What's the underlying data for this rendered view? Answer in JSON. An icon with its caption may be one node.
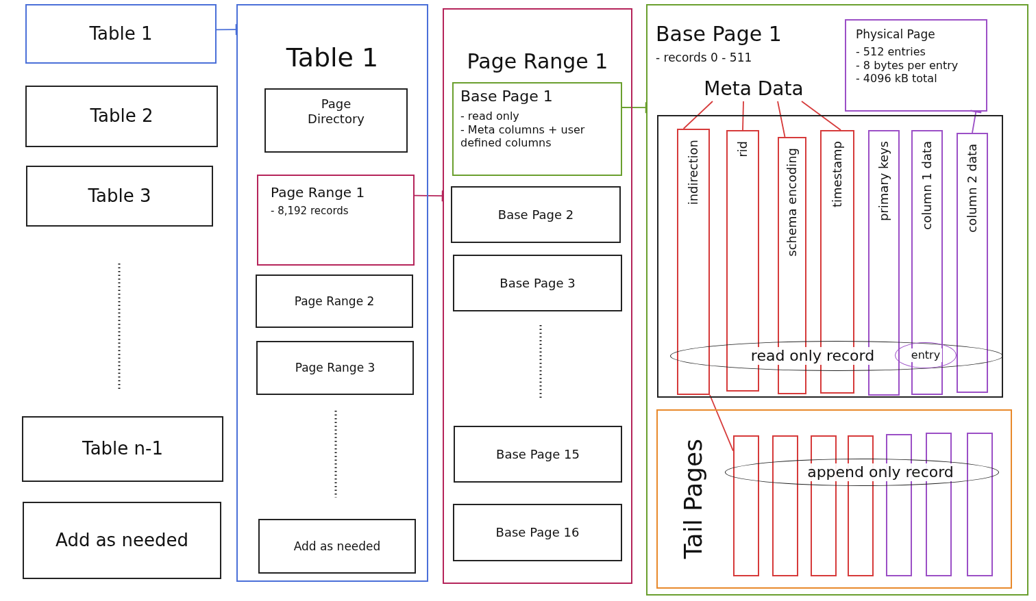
{
  "diagram": {
    "nodes": [
      {
        "text": [
          "Table 1"
        ]
      },
      {
        "text": [
          "Table 2"
        ]
      },
      {
        "text": [
          "Table 3"
        ]
      },
      {
        "text": [
          "Table n-1"
        ]
      },
      {
        "text": [
          "Add as needed"
        ]
      },
      {
        "text": [
          "Table 1"
        ]
      },
      {
        "text": [
          "Page Directory"
        ],
        "in": 5
      },
      {
        "text": [
          "Page Range 1",
          "- 8,192 records"
        ],
        "in": 5
      },
      {
        "text": [
          "Page Range 2"
        ],
        "in": 5
      },
      {
        "text": [
          "Page Range 3"
        ],
        "in": 5
      },
      {
        "text": [
          "Add as needed"
        ],
        "in": 5
      },
      {
        "text": [
          "Page Range 1"
        ]
      },
      {
        "text": [
          "Base Page 1",
          "- read only",
          "- Meta columns + user defined columns"
        ],
        "in": 11
      },
      {
        "text": [
          "Base Page 2"
        ],
        "in": 11
      },
      {
        "text": [
          "Base Page 3"
        ],
        "in": 11
      },
      {
        "text": [
          "Base Page 15"
        ],
        "in": 11
      },
      {
        "text": [
          "Base Page 16"
        ],
        "in": 11
      },
      {
        "text": [
          "Base Page 1",
          "- records 0 - 511"
        ]
      },
      {
        "text": [
          "Physical Page",
          "- 512 entries",
          "- 8 bytes per entry",
          "- 4096 kB total"
        ],
        "in": 17
      },
      {
        "text": [
          "Meta Data"
        ],
        "in": 17
      },
      {
        "text": [],
        "shape": "box",
        "in": 17
      },
      {
        "text": [
          "indirection"
        ],
        "in": 20
      },
      {
        "text": [
          "rid"
        ],
        "in": 20
      },
      {
        "text": [
          "schema encoding"
        ],
        "in": 20
      },
      {
        "text": [
          "timestamp"
        ],
        "in": 20
      },
      {
        "text": [
          "primary keys"
        ],
        "in": 20
      },
      {
        "text": [
          "column 1 data"
        ],
        "in": 20
      },
      {
        "text": [
          "column 2 data"
        ],
        "in": 20
      },
      {
        "text": [
          "read only record"
        ],
        "in": 20
      },
      {
        "text": [
          "entry"
        ],
        "in": 28
      },
      {
        "text": [
          "Tail Pages"
        ],
        "in": 17
      },
      {
        "text": [],
        "shape": "box",
        "in": 30
      },
      {
        "text": [],
        "shape": "box",
        "in": 30
      },
      {
        "text": [],
        "shape": "box",
        "in": 30
      },
      {
        "text": [],
        "shape": "box",
        "in": 30
      },
      {
        "text": [],
        "shape": "box",
        "in": 30
      },
      {
        "text": [],
        "shape": "box",
        "in": 30
      },
      {
        "text": [],
        "shape": "box",
        "in": 30
      },
      {
        "text": [
          "append only record"
        ],
        "in": 30
      }
    ],
    "edges": [
      {
        "from": 0,
        "to": 5,
        "arrow": "other",
        "color": "#4a6fd8"
      },
      {
        "from": 7,
        "to": 11,
        "arrow": "other",
        "color": "#b5245a"
      },
      {
        "from": 12,
        "to": 17,
        "arrow": "other",
        "color": "#6a9f2e"
      },
      {
        "from": 19,
        "to": 21,
        "arrow": "none"
      },
      {
        "from": 19,
        "to": 22,
        "arrow": "none"
      },
      {
        "from": 19,
        "to": 23,
        "arrow": "none"
      },
      {
        "from": 19,
        "to": 24,
        "arrow": "none"
      },
      {
        "from": 27,
        "to": 18,
        "arrow": "other",
        "color": "#9b4fc6"
      },
      {
        "from": 21,
        "to": 31,
        "arrow": "none"
      }
    ]
  }
}
